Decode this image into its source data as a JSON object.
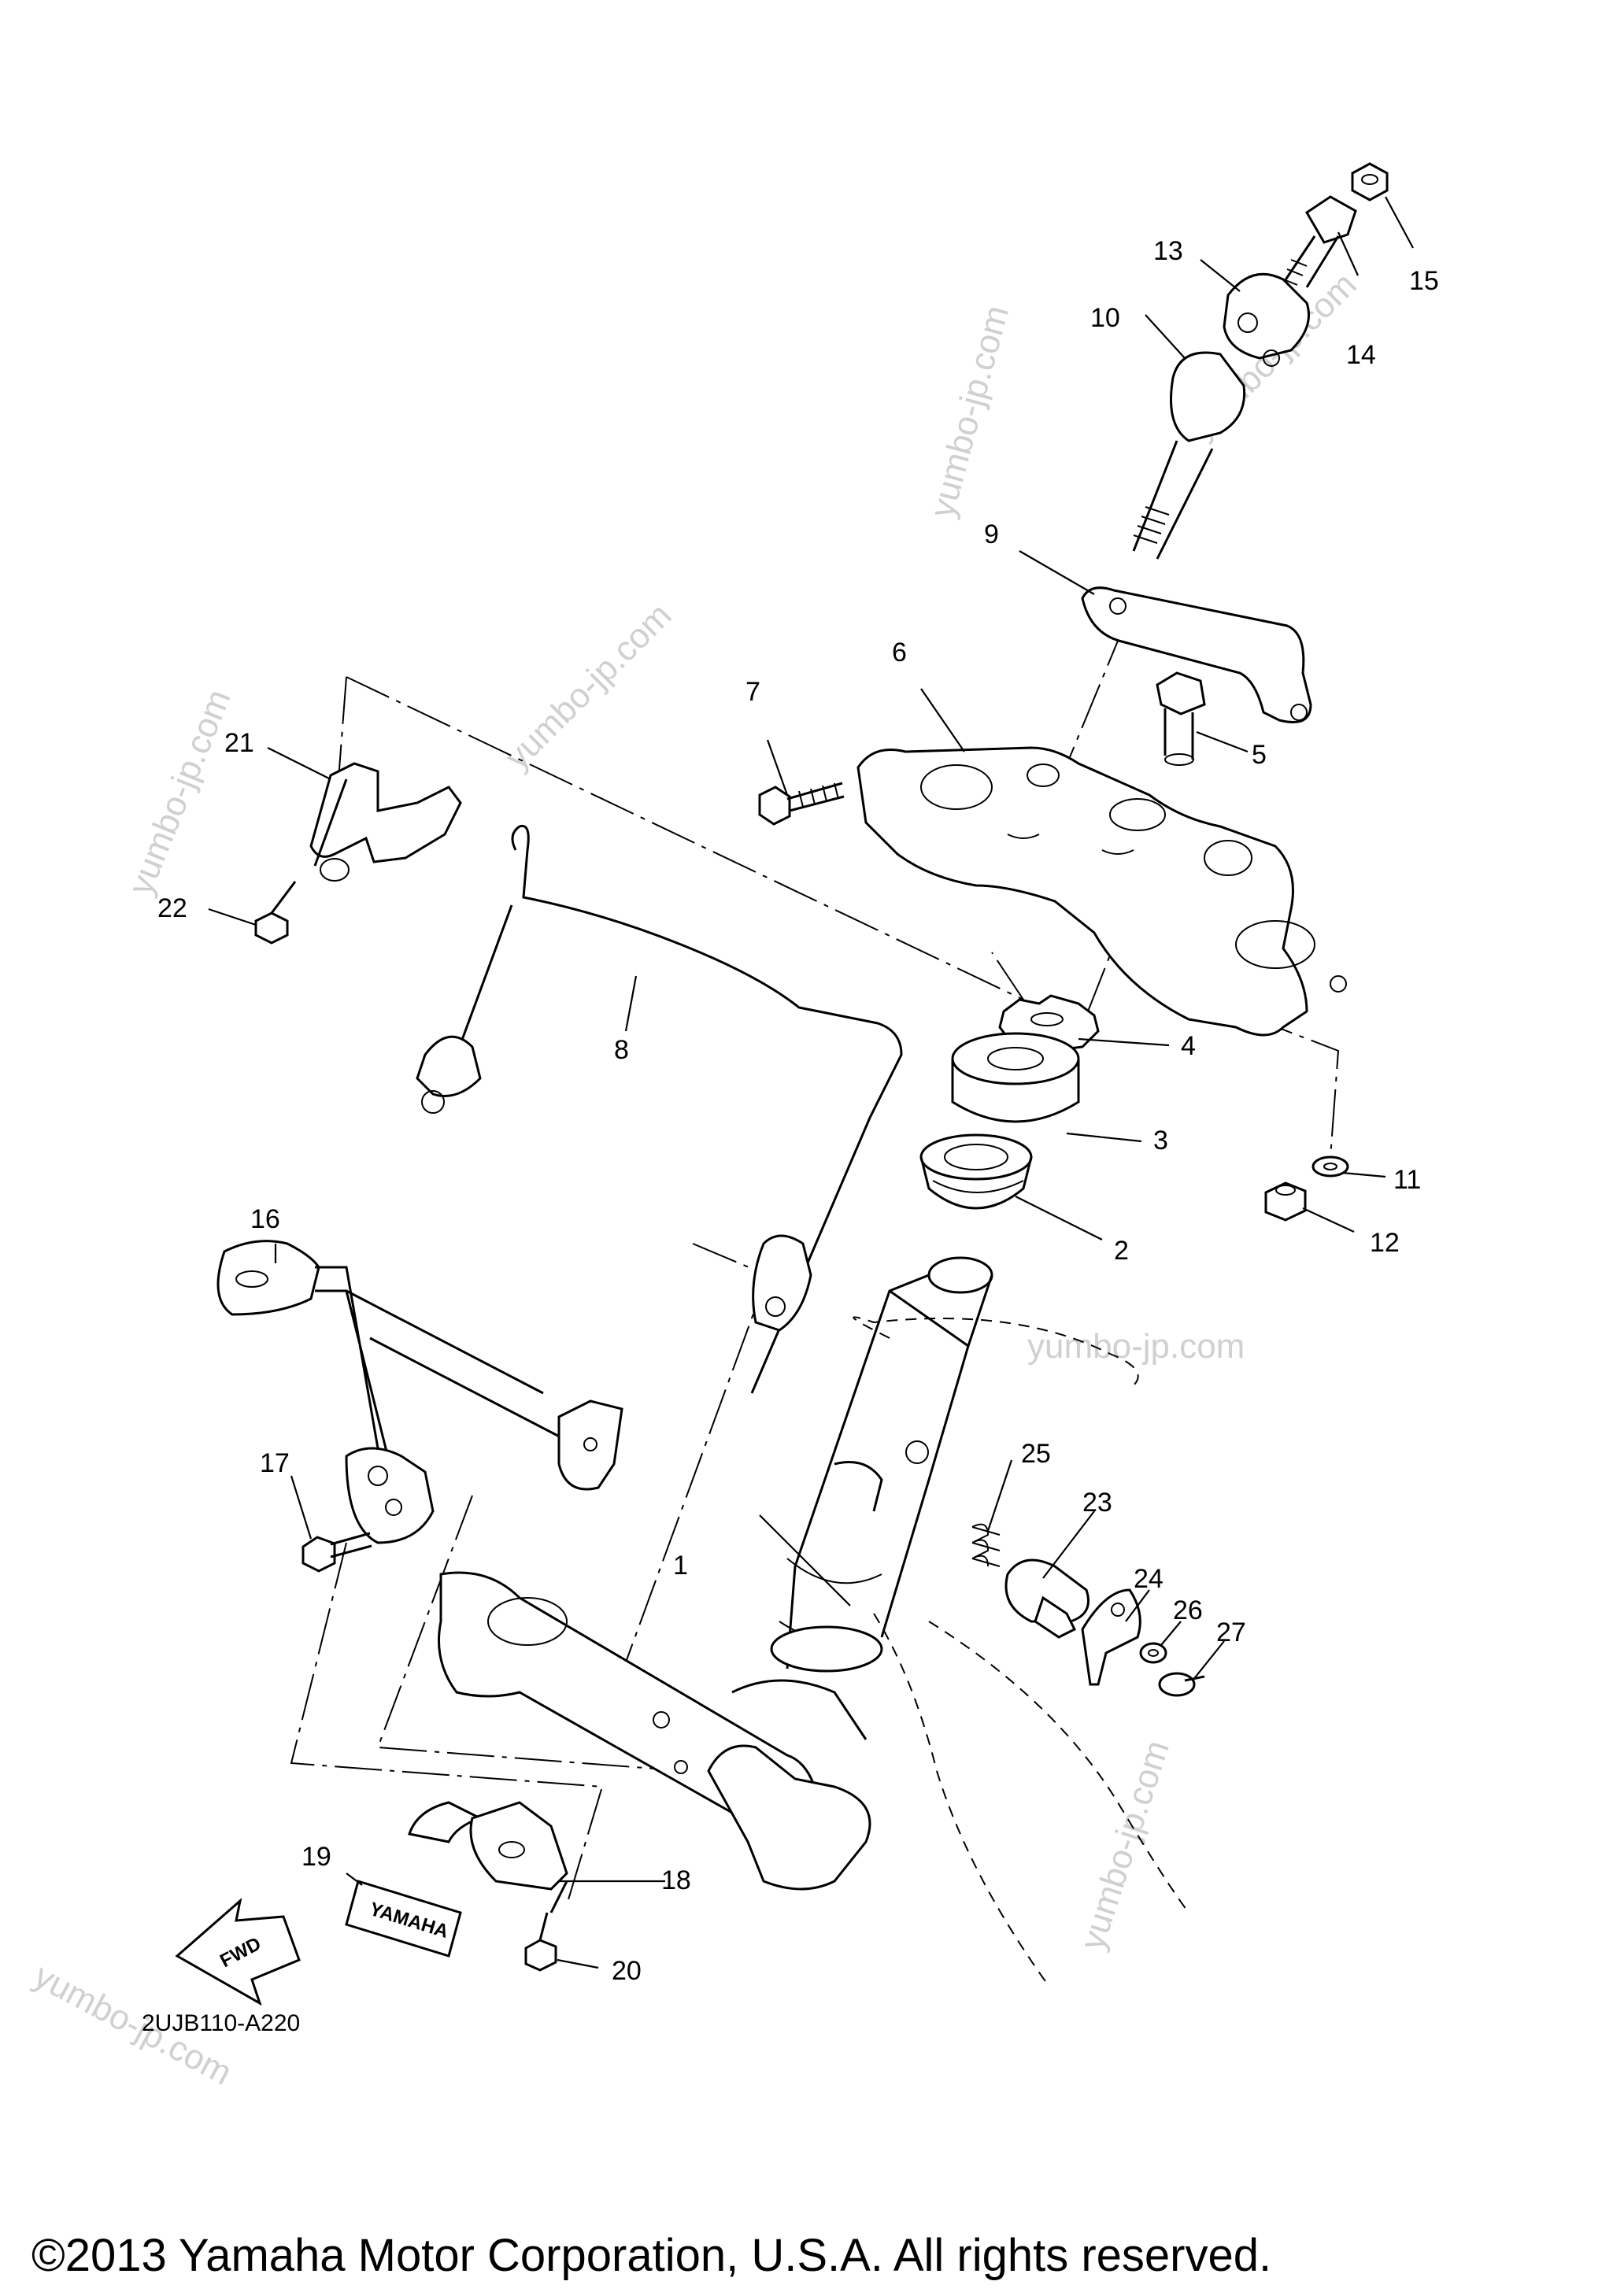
{
  "diagram": {
    "code": "2UJB110-A220",
    "copyright": "©2013 Yamaha Motor Corporation, U.S.A. All rights reserved.",
    "watermark": "yumbo-jp.com",
    "fwd_label": "FWD",
    "brand_label": "YAMAHA",
    "callouts": [
      {
        "id": "callout-1",
        "number": "1"
      },
      {
        "id": "callout-2",
        "number": "2"
      },
      {
        "id": "callout-3",
        "number": "3"
      },
      {
        "id": "callout-4",
        "number": "4"
      },
      {
        "id": "callout-5",
        "number": "5"
      },
      {
        "id": "callout-6",
        "number": "6"
      },
      {
        "id": "callout-7",
        "number": "7"
      },
      {
        "id": "callout-8",
        "number": "8"
      },
      {
        "id": "callout-9",
        "number": "9"
      },
      {
        "id": "callout-10",
        "number": "10"
      },
      {
        "id": "callout-11",
        "number": "11"
      },
      {
        "id": "callout-12",
        "number": "12"
      },
      {
        "id": "callout-13",
        "number": "13"
      },
      {
        "id": "callout-14",
        "number": "14"
      },
      {
        "id": "callout-15",
        "number": "15"
      },
      {
        "id": "callout-16",
        "number": "16"
      },
      {
        "id": "callout-17",
        "number": "17"
      },
      {
        "id": "callout-18",
        "number": "18"
      },
      {
        "id": "callout-19",
        "number": "19"
      },
      {
        "id": "callout-20",
        "number": "20"
      },
      {
        "id": "callout-21",
        "number": "21"
      },
      {
        "id": "callout-22",
        "number": "22"
      },
      {
        "id": "callout-23",
        "number": "23"
      },
      {
        "id": "callout-24",
        "number": "24"
      },
      {
        "id": "callout-25",
        "number": "25"
      },
      {
        "id": "callout-26",
        "number": "26"
      },
      {
        "id": "callout-27",
        "number": "27"
      }
    ]
  }
}
